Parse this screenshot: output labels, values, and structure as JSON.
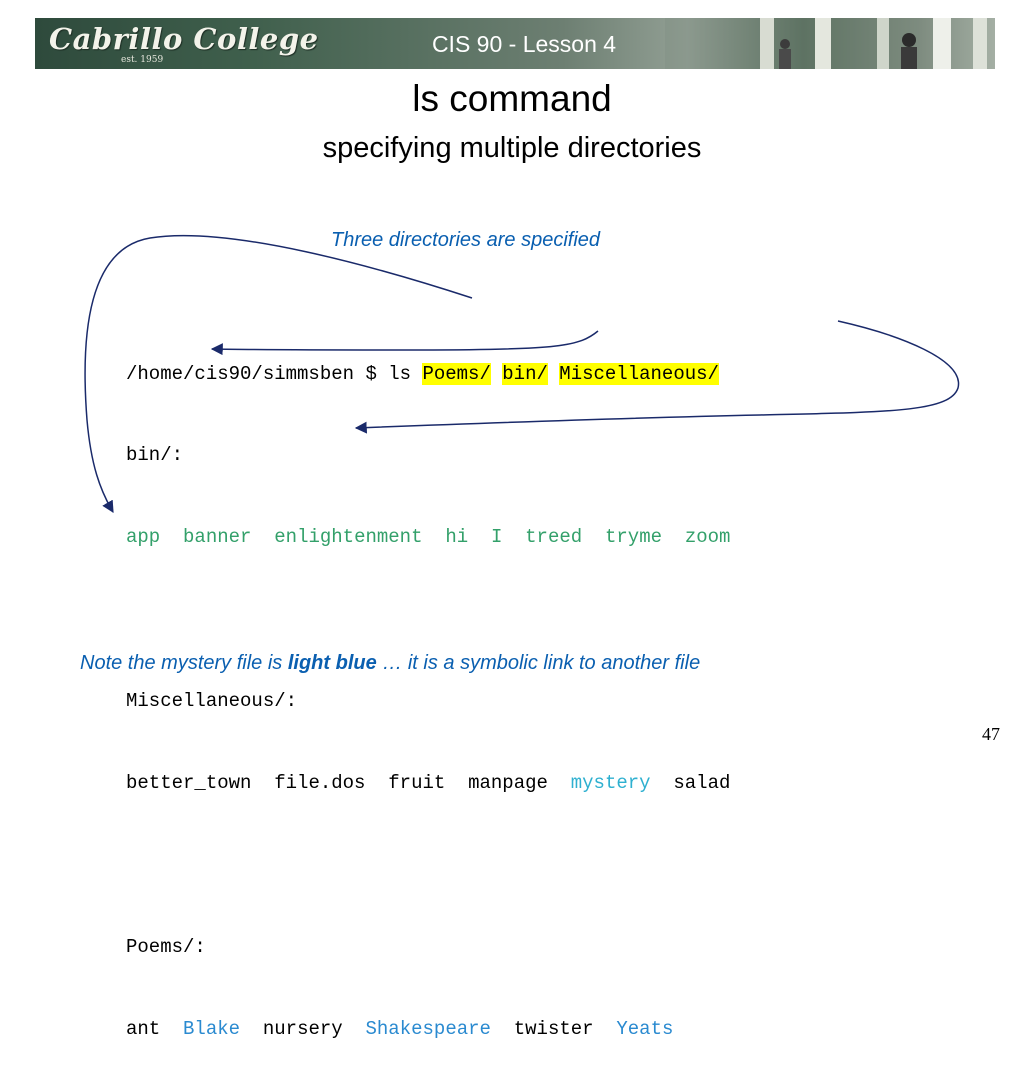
{
  "header": {
    "logo_text": "Cabrillo College",
    "logo_est": "est. 1959",
    "course_title": "CIS 90 - Lesson 4"
  },
  "slide": {
    "title": "ls command",
    "subtitle": "specifying multiple directories",
    "callout": "Three directories are specified",
    "page_number": "47"
  },
  "terminal": {
    "prompt": "/home/cis90/simmsben $ ls ",
    "args": [
      "Poems/",
      "bin/",
      "Miscellaneous/"
    ],
    "bin_header": "bin/:",
    "bin_items": [
      "app",
      "banner",
      "enlightenment",
      "hi",
      "I",
      "treed",
      "tryme",
      "zoom"
    ],
    "misc_header": "Miscellaneous/:",
    "misc_items": [
      "better_town",
      "file.dos",
      "fruit",
      "manpage",
      "mystery",
      "salad"
    ],
    "poems_header": "Poems/:",
    "poems_items": [
      "ant",
      "Blake",
      "nursery",
      "Shakespeare",
      "twister",
      "Yeats"
    ]
  },
  "note": {
    "part1": "Note the mystery file is ",
    "bold": "light blue",
    "part2": " … it is a symbolic link to another file"
  },
  "colors": {
    "executable_green": "#33a06a",
    "directory_blue": "#2a8ad0",
    "symlink_light_blue": "#2eb0d0",
    "highlight_yellow": "#ffff00",
    "annotation_blue": "#0a5fb0",
    "arrow_navy": "#1a2a6a"
  }
}
